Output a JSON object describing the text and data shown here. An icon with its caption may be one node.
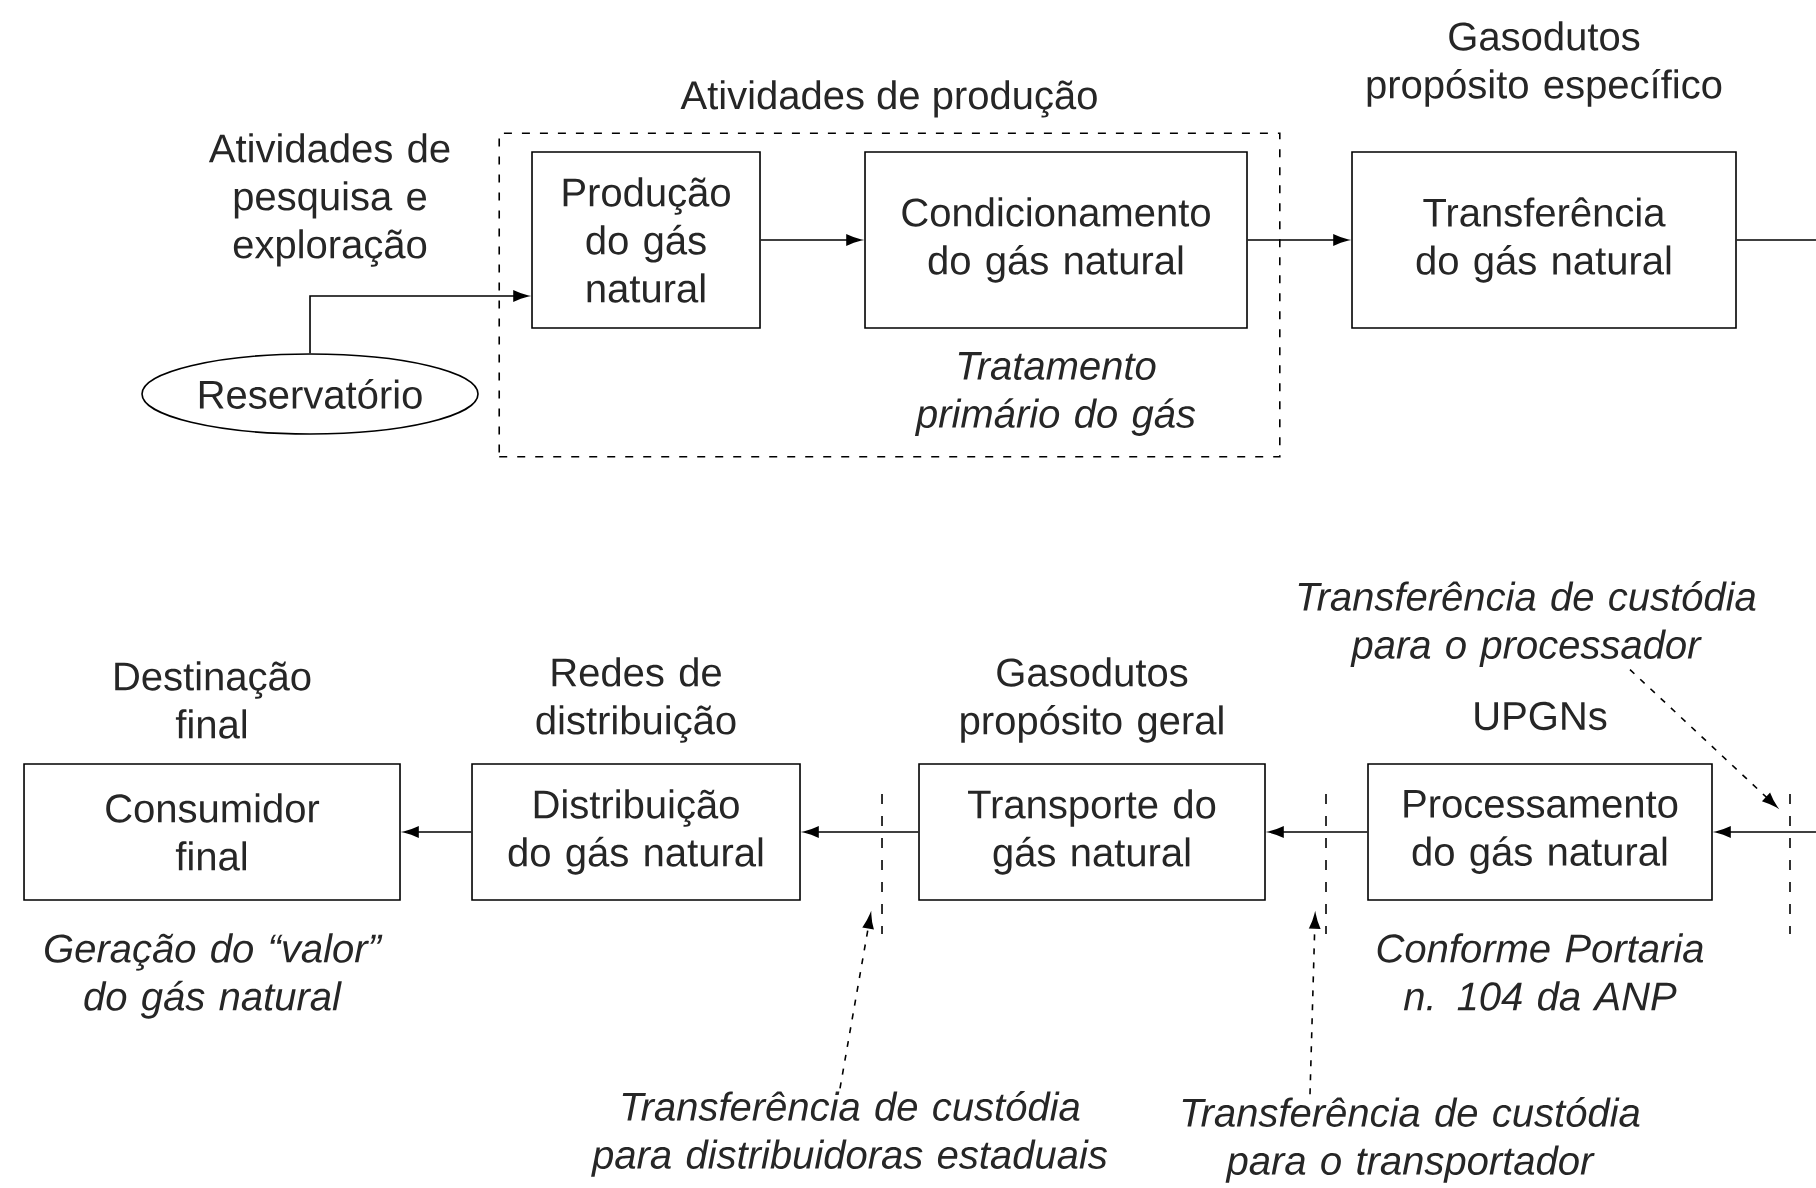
{
  "diagram": {
    "nodes": [
      {
        "text": [
          "Atividades de produção"
        ]
      },
      {
        "text": [
          "Produção do gás natural"
        ],
        "in": 0
      },
      {
        "text": [
          "Condicionamento do gás natural"
        ],
        "in": 0,
        "beside": [
          "Tratamento primário do gás"
        ]
      },
      {
        "text": [
          "Reservatório"
        ],
        "beside": [
          "Atividades de pesquisa e exploração"
        ]
      },
      {
        "text": [
          "Gasodutos propósito específico",
          "Transferência do gás natural"
        ]
      },
      {
        "text": [
          "UPGNs",
          "Processamento do gás natural"
        ],
        "beside": [
          "Conforme Portaria n. 104 da ANP"
        ]
      },
      {
        "text": [
          "Gasodutos propósito geral",
          "Transporte do gás natural"
        ]
      },
      {
        "text": [
          "Redes de distribuição",
          "Distribuição do gás natural"
        ]
      },
      {
        "text": [
          "Destinação final",
          "Consumidor final"
        ],
        "beside": [
          "Geração do “valor” do gás natural"
        ]
      },
      {
        "text": [
          "Transferência de custódia para o processador"
        ]
      },
      {
        "text": [
          "Transferência de custódia para distribuidoras estaduais"
        ]
      },
      {
        "text": [
          "Transferência de custódia para o transportador"
        ]
      },
      {
        "text": [],
        "shape": "bar"
      },
      {
        "text": [],
        "shape": "bar"
      },
      {
        "text": [],
        "shape": "bar"
      }
    ],
    "edges": [
      {
        "from": 3,
        "to": 1,
        "arrow": "to"
      },
      {
        "from": 1,
        "to": 2,
        "arrow": "to"
      },
      {
        "from": 2,
        "to": 4,
        "arrow": "to"
      },
      {
        "from": 4,
        "to": null,
        "arrow": "none"
      },
      {
        "from": null,
        "to": 5,
        "arrow": "to"
      },
      {
        "from": 5,
        "to": 6,
        "arrow": "to"
      },
      {
        "from": 6,
        "to": 7,
        "arrow": "to"
      },
      {
        "from": 7,
        "to": 8,
        "arrow": "to"
      },
      {
        "from": 9,
        "to": 14,
        "arrow": "to",
        "style": "dashed"
      },
      {
        "from": 10,
        "to": 12,
        "arrow": "to",
        "style": "dashed"
      },
      {
        "from": 11,
        "to": 13,
        "arrow": "to",
        "style": "dashed"
      }
    ]
  }
}
